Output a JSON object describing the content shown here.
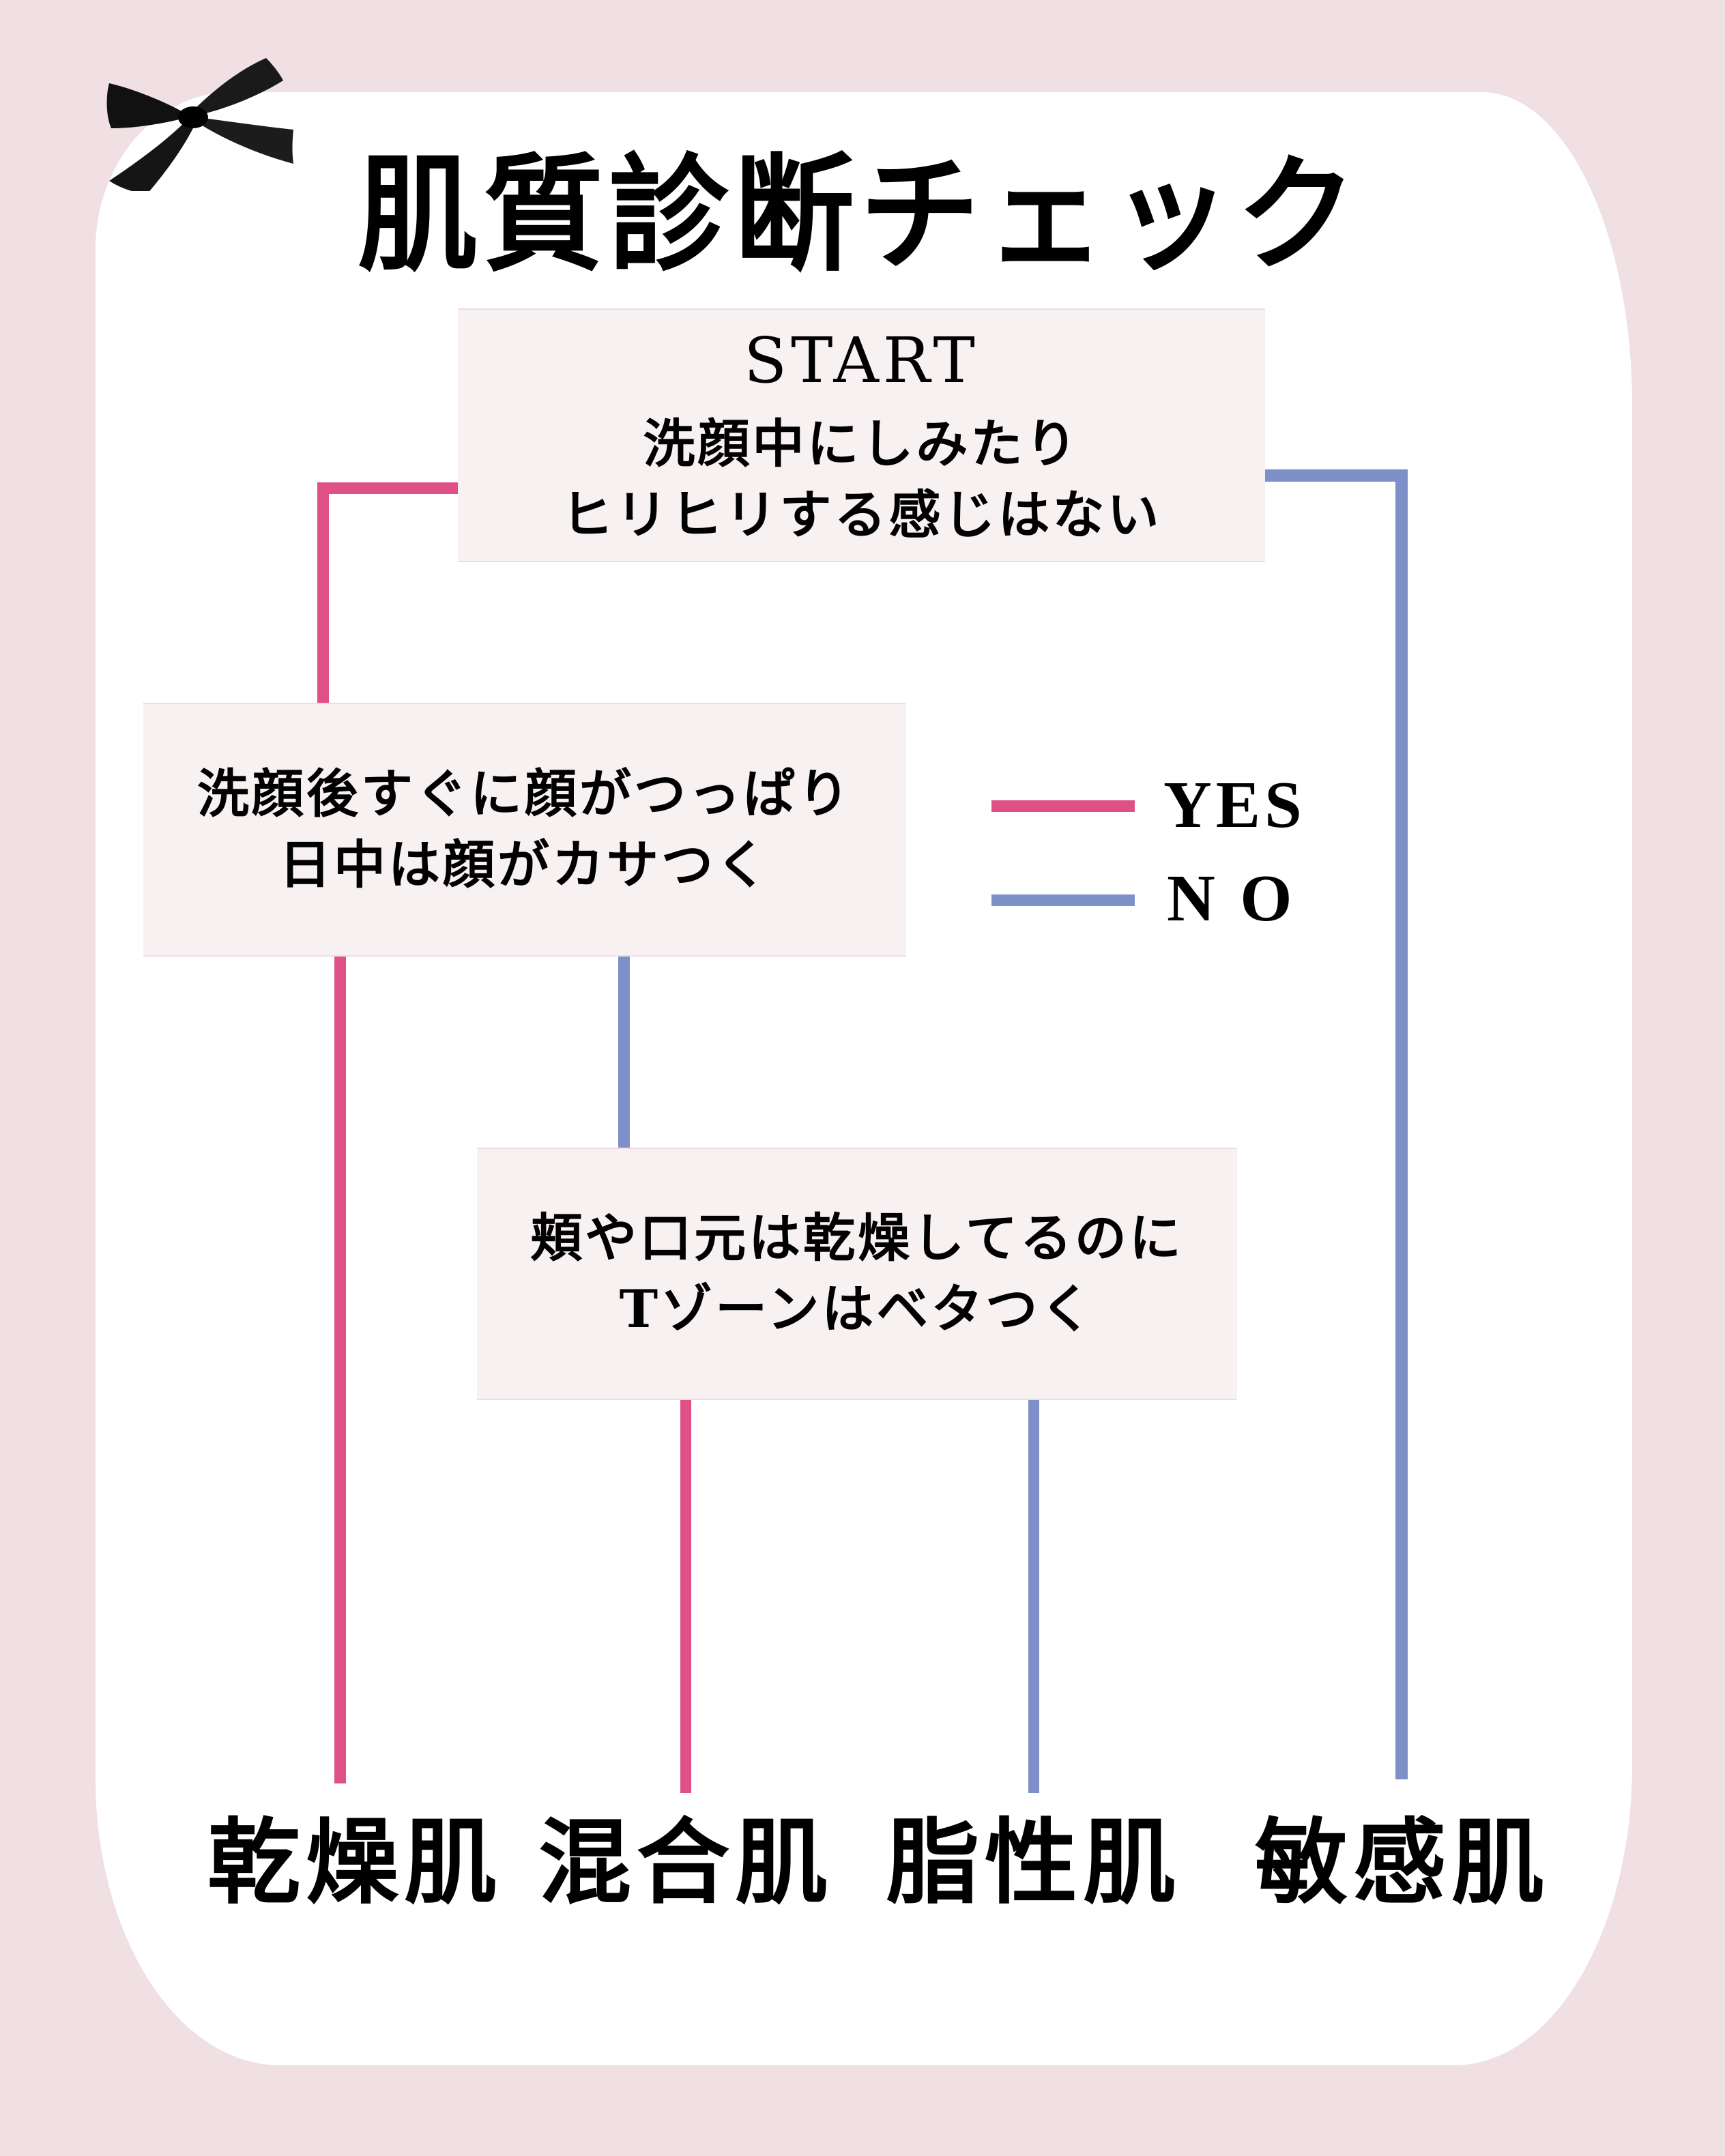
{
  "title": "肌質診断チェック",
  "colors": {
    "background": "#F0E0E4",
    "card": "#FFFFFF",
    "box": "#F8F1F2",
    "yes": "#DE5086",
    "no": "#7F90C8"
  },
  "decoration": {
    "icon": "black-ribbon-bow-icon"
  },
  "start_box": {
    "label": "START",
    "lines": [
      "洗顔中にしみたり",
      "ヒリヒリする感じはない"
    ]
  },
  "question2": {
    "lines": [
      "洗顔後すぐに顔がつっぱり",
      "日中は顔がカサつく"
    ]
  },
  "question3": {
    "lines": [
      "頬や口元は乾燥してるのに",
      "Tゾーンはベタつく"
    ]
  },
  "legend": {
    "yes": "YES",
    "no": "N O"
  },
  "results": [
    "乾燥肌",
    "混合肌",
    "脂性肌",
    "敏感肌"
  ],
  "flow": [
    {
      "from": "start",
      "answer": "YES",
      "to": "question2"
    },
    {
      "from": "start",
      "answer": "NO",
      "to": "敏感肌"
    },
    {
      "from": "question2",
      "answer": "YES",
      "to": "乾燥肌"
    },
    {
      "from": "question2",
      "answer": "NO",
      "to": "question3"
    },
    {
      "from": "question3",
      "answer": "YES",
      "to": "混合肌"
    },
    {
      "from": "question3",
      "answer": "NO",
      "to": "脂性肌"
    }
  ]
}
